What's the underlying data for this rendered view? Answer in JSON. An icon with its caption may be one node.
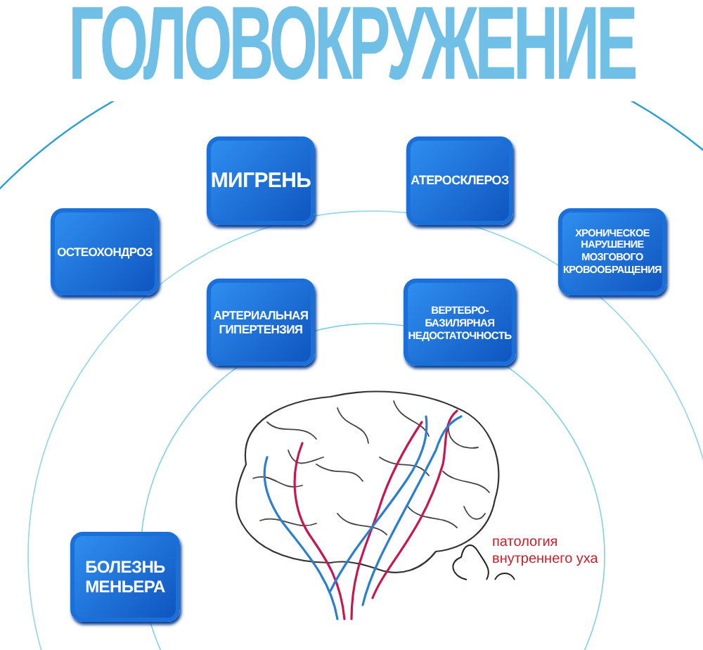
{
  "diagram": {
    "title": "ГОЛОВОКРУЖЕНИЕ",
    "nodes": [
      {
        "text": [
          "МИГРЕНЬ"
        ]
      },
      {
        "text": [
          "АТЕРОСКЛЕРОЗ"
        ]
      },
      {
        "text": [
          "ОСТЕОХОНДРОЗ"
        ]
      },
      {
        "text": [
          "ХРОНИЧЕСКОЕ НАРУШЕНИЕ МОЗГОВОГО КРОВООБРАЩЕНИЯ"
        ]
      },
      {
        "text": [
          "АРТЕРИАЛЬНАЯ ГИПЕРТЕНЗИЯ"
        ]
      },
      {
        "text": [
          "ВЕРТЕБРО-БАЗИЛЯРНАЯ НЕДОСТАТОЧНОСТЬ"
        ]
      },
      {
        "text": [
          "БОЛЕЗНЬ МЕНЬЕРА"
        ]
      }
    ],
    "labels": [
      "патология внутреннего уха"
    ]
  }
}
